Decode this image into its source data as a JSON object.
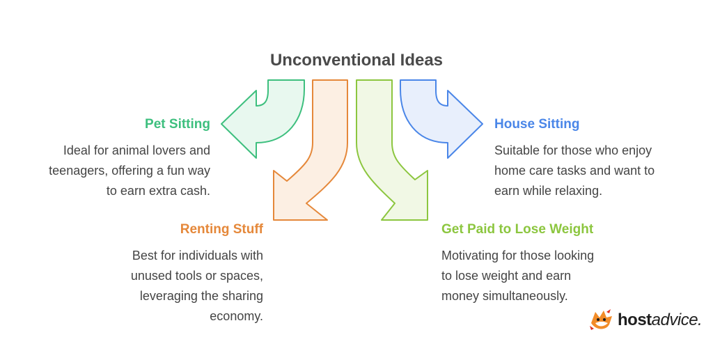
{
  "title": "Unconventional Ideas",
  "colors": {
    "pet_sitting": "#3dbf7e",
    "renting_stuff": "#e5883a",
    "lose_weight": "#8cc63f",
    "house_sitting": "#4a86e8"
  },
  "items": [
    {
      "heading": "Pet Sitting",
      "description": "Ideal for animal lovers and\nteenagers, offering a fun way\nto earn extra cash."
    },
    {
      "heading": "Renting Stuff",
      "description": "Best for individuals with\nunused tools or spaces,\nleveraging the sharing\neconomy."
    },
    {
      "heading": "Get Paid to Lose Weight",
      "description": "Motivating for those looking\nto lose weight and earn\nmoney simultaneously."
    },
    {
      "heading": "House Sitting",
      "description": "Suitable for those who enjoy\nhome care tasks and want to\nearn while relaxing."
    }
  ],
  "logo": {
    "bold": "host",
    "rest": "advice."
  }
}
